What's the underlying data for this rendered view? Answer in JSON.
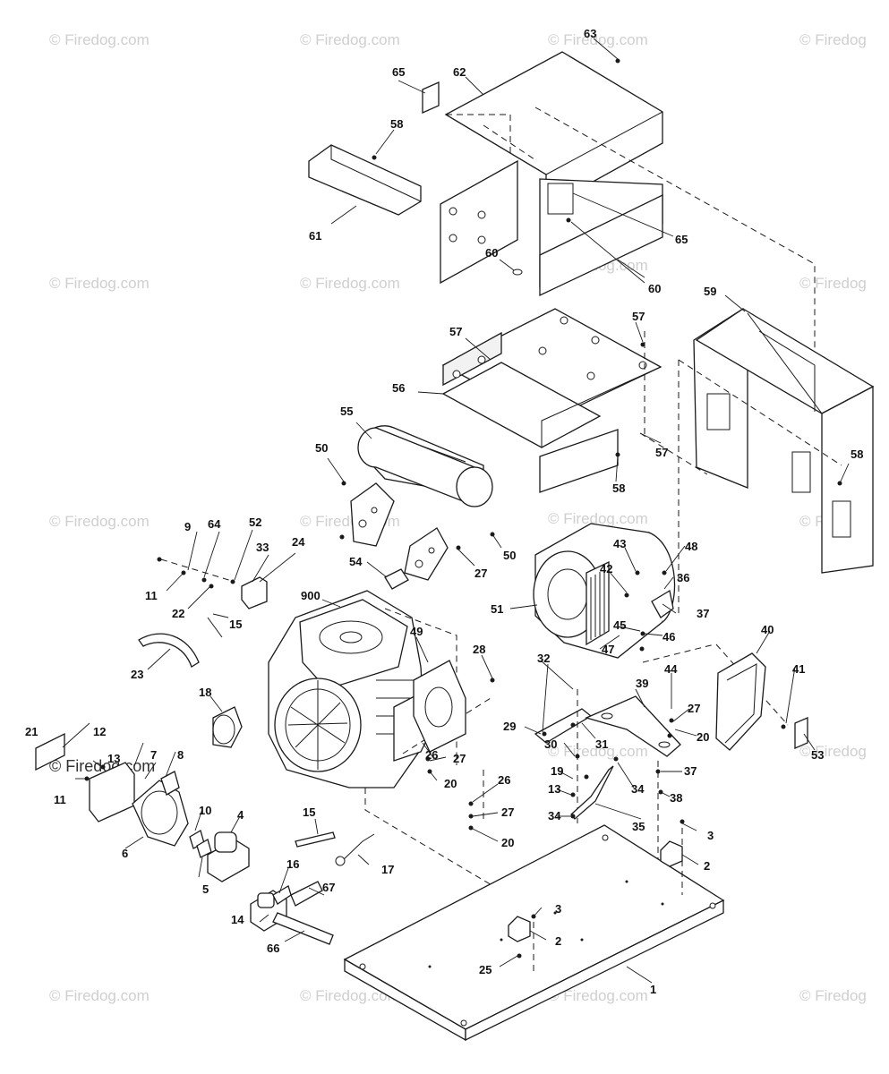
{
  "watermark": "© Firedog.com",
  "watermark_short": "© Firedog",
  "watermark_mid": "© Firedog.com",
  "callouts": {
    "c1": "1",
    "c2a": "2",
    "c2b": "2",
    "c3a": "3",
    "c3b": "3",
    "c4": "4",
    "c5": "5",
    "c6": "6",
    "c7": "7",
    "c8": "8",
    "c9": "9",
    "c10": "10",
    "c11a": "11",
    "c11b": "11",
    "c12": "12",
    "c13a": "13",
    "c13b": "13",
    "c14": "14",
    "c15a": "15",
    "c15b": "15",
    "c16": "16",
    "c17": "17",
    "c18": "18",
    "c19": "19",
    "c20a": "20",
    "c20b": "20",
    "c20c": "20",
    "c21": "21",
    "c22": "22",
    "c23": "23",
    "c24": "24",
    "c25": "25",
    "c26a": "26",
    "c26b": "26",
    "c27a": "27",
    "c27b": "27",
    "c27c": "27",
    "c27d": "27",
    "c28": "28",
    "c29": "29",
    "c30": "30",
    "c31": "31",
    "c32": "32",
    "c33": "33",
    "c34a": "34",
    "c34b": "34",
    "c35": "35",
    "c36": "36",
    "c37a": "37",
    "c37b": "37",
    "c38": "38",
    "c39": "39",
    "c40": "40",
    "c41": "41",
    "c42": "42",
    "c43": "43",
    "c44": "44",
    "c45": "45",
    "c46": "46",
    "c47": "47",
    "c48": "48",
    "c49": "49",
    "c50a": "50",
    "c50b": "50",
    "c51": "51",
    "c52": "52",
    "c53": "53",
    "c54": "54",
    "c55": "55",
    "c56": "56",
    "c57a": "57",
    "c57b": "57",
    "c57c": "57",
    "c58a": "58",
    "c58b": "58",
    "c58c": "58",
    "c59": "59",
    "c60a": "60",
    "c60b": "60",
    "c61": "61",
    "c62": "62",
    "c63": "63",
    "c64": "64",
    "c65a": "65",
    "c65b": "65",
    "c66": "66",
    "c67": "67",
    "c900": "900"
  }
}
